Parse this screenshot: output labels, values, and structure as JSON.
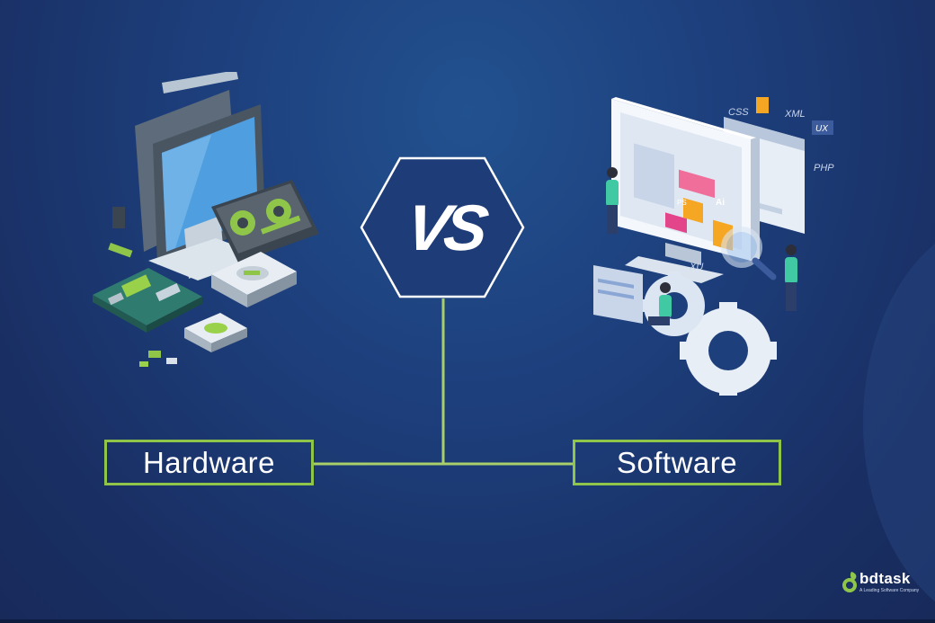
{
  "labels": {
    "left": "Hardware",
    "right": "Software"
  },
  "badge": {
    "text": "VS"
  },
  "brand": {
    "name": "bdtask",
    "tagline": "A Leading Software Company"
  },
  "illustration_tags": [
    "CSS",
    "XML",
    "UX",
    "PHP",
    "Ai",
    "PS",
    "XU"
  ],
  "colors": {
    "background": "#1d3f7c",
    "accent_line": "#8fc64a",
    "hexagon_fill": "#1e3d78",
    "hexagon_stroke": "#ffffff",
    "label_text": "#ffffff"
  }
}
